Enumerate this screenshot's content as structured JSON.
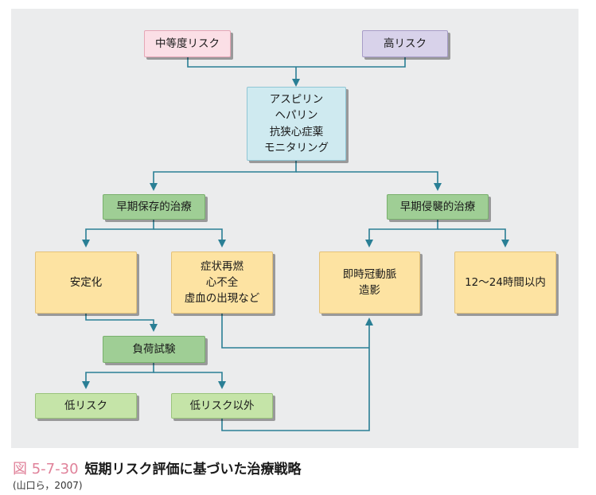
{
  "diagram": {
    "moderate_risk": "中等度リスク",
    "high_risk": "高リスク",
    "medications": [
      "アスピリン",
      "ヘパリン",
      "抗狭心症薬",
      "モニタリング"
    ],
    "early_conservative": "早期保存的治療",
    "early_invasive": "早期侵襲的治療",
    "stabilization": "安定化",
    "recurrence": [
      "症状再燃",
      "心不全",
      "虚血の出現など"
    ],
    "angiography": [
      "即時冠動脈",
      "造影"
    ],
    "within_hours": "12〜24時間以内",
    "stress_test": "負荷試験",
    "low_risk": "低リスク",
    "non_low_risk": "低リスク以外"
  },
  "caption": {
    "number": "図 5-7-30",
    "title": "短期リスク評価に基づいた治療戦略",
    "citation": "(山口ら，2007)"
  },
  "colors": {
    "connector": "#2a7f95",
    "panel": "#ebeced",
    "caption_number": "#e0829a"
  }
}
